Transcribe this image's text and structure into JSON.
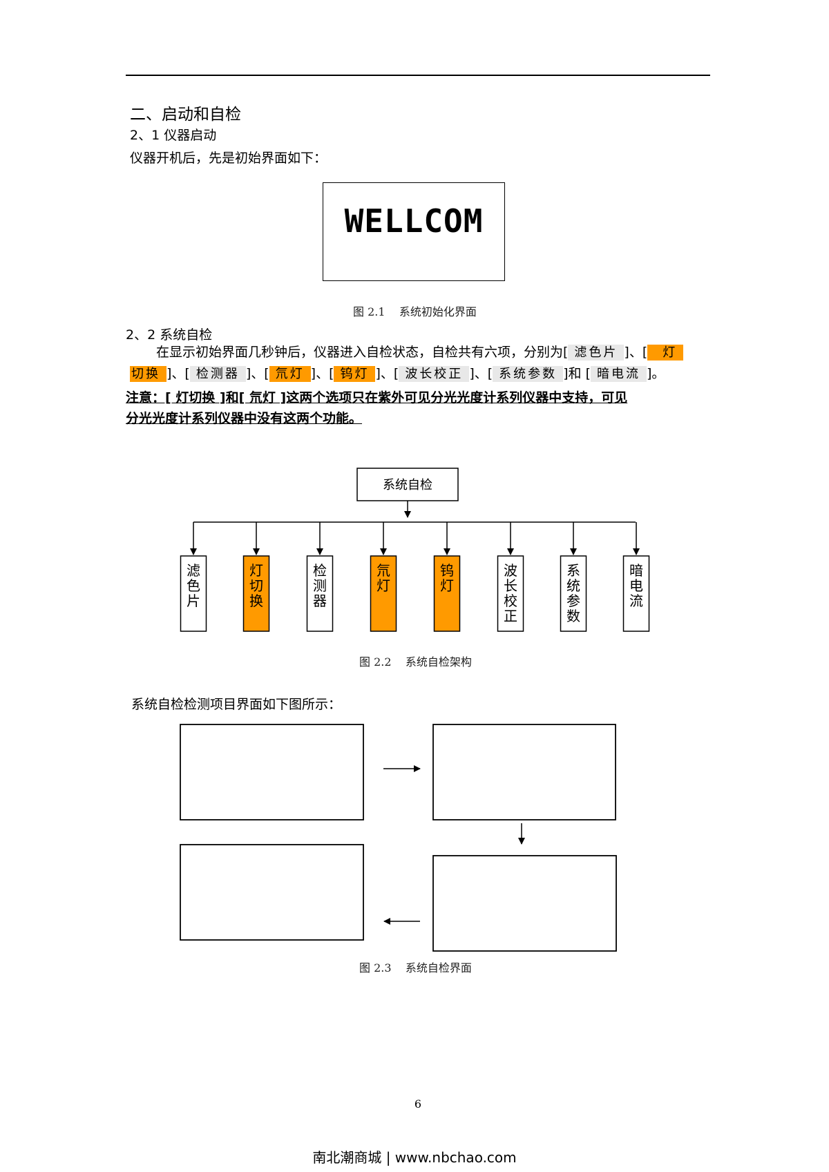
{
  "section": {
    "title": "二、启动和自检",
    "startup_heading": "2、1 仪器启动",
    "startup_text": "仪器开机后，先是初始界面如下：",
    "splash_text": "WELLCOM",
    "fig1_caption": "图 2.1    系统初始化界面",
    "selftest_heading": "2、2 系统自检",
    "para_lead": "在显示初始界面几秒钟后，仪器进入自检状态，自检共有六项，分别为[",
    "tag_filter": "滤色片",
    "sep_a": "]、[",
    "tag_lamp_switch_part1": "灯",
    "tag_lamp_switch_part2": "切换",
    "sep_b": "]、[",
    "tag_detector": "检测器",
    "sep_c": "]、[",
    "tag_deuterium": "氘灯",
    "sep_d": "]、[",
    "tag_tungsten": "钨灯",
    "sep_e": "]、[",
    "tag_wavelength": "波长校正",
    "sep_f": "]、[",
    "tag_params": "系统参数",
    "sep_g": "]和 [",
    "tag_dark": "暗电流",
    "sep_end": "]。",
    "note_line1": "注意：[  灯切换  ]和[  氘灯  ]这两个选项只在紫外可见分光光度计系列仪器中支持，可见",
    "note_line2": "分光光度计系列仪器中没有这两个功能。",
    "fig2_caption": "图 2.2    系统自检架构",
    "intro2": "系统自检检测项目界面如下图所示：",
    "fig3_caption": "图 2.3    系统自检界面"
  },
  "diagram": {
    "root": "系统自检",
    "items": [
      {
        "label": "滤色片",
        "highlight": false
      },
      {
        "label": "灯切换",
        "highlight": true
      },
      {
        "label": "检测器",
        "highlight": false
      },
      {
        "label": "氘灯",
        "highlight": true
      },
      {
        "label": "钨灯",
        "highlight": true
      },
      {
        "label": "波长校正",
        "highlight": false
      },
      {
        "label": "系统参数",
        "highlight": false
      },
      {
        "label": "暗电流",
        "highlight": false
      }
    ],
    "highlight_color": "#ff9a00"
  },
  "page_number": "6",
  "footer": "南北潮商城 | www.nbchao.com"
}
